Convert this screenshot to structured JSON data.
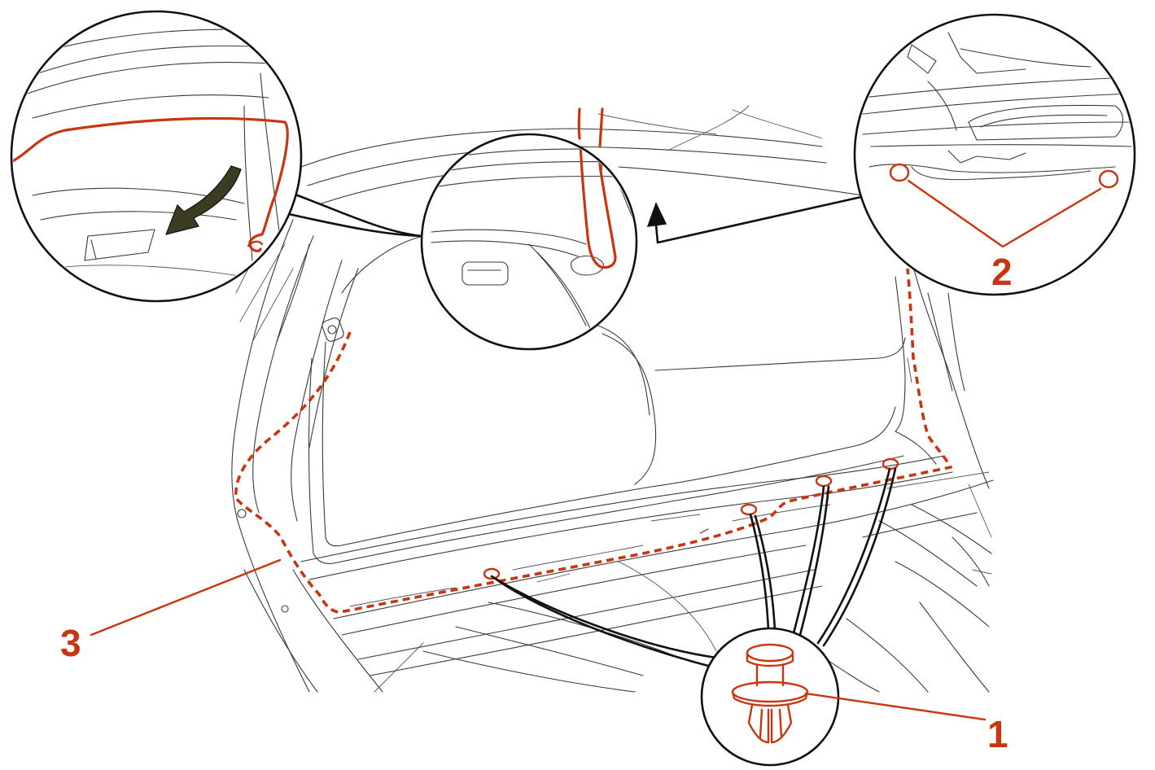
{
  "figure": {
    "callouts": [
      {
        "id": "1",
        "label": "1"
      },
      {
        "id": "2",
        "label": "2"
      },
      {
        "id": "3",
        "label": "3"
      }
    ],
    "colors": {
      "accent": "#c8360f",
      "line": "#3a3a3a",
      "leader": "#111111",
      "arrow_fill": "#3b3c22"
    },
    "icons": [
      "curved-arrow-icon",
      "push-pin-clip-icon",
      "up-arrow-icon"
    ]
  }
}
